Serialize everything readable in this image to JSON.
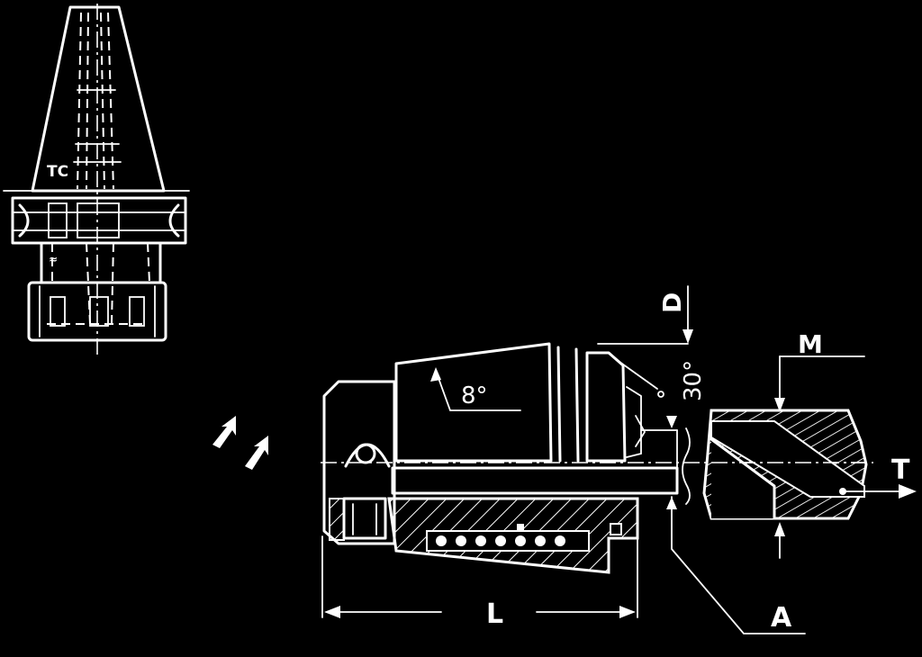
{
  "diagram": {
    "holder_label": "TC",
    "dimension_labels": {
      "d": "D",
      "m": "M",
      "t": "T",
      "l": "L",
      "a": "A"
    },
    "angle_labels": {
      "taper": "8°",
      "chamfer": "30°"
    },
    "colors": {
      "background": "#000000",
      "line": "#ffffff"
    }
  }
}
